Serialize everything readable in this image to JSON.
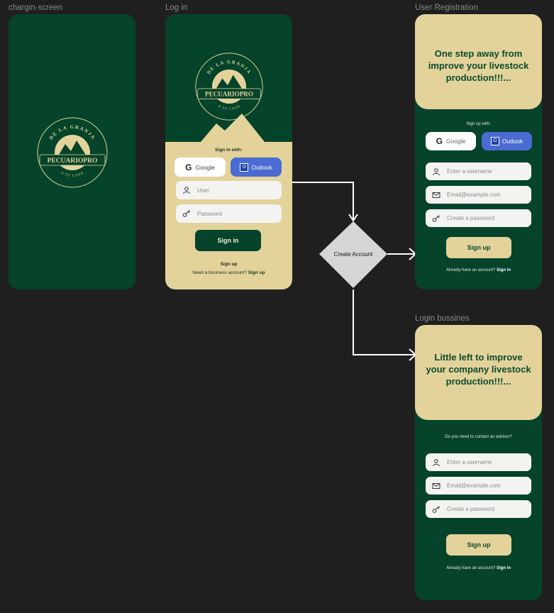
{
  "frames": {
    "loading": {
      "label": "chargin-screen"
    },
    "login": {
      "label": "Log in"
    },
    "registration": {
      "label": "User Registration"
    },
    "business": {
      "label": "Login bussines"
    }
  },
  "brand": {
    "top_text": "DE LA GRANJA",
    "name": "PECUARIOPRO",
    "bottom_text": "A TU CASA",
    "colors": {
      "green": "#05432a",
      "cream": "#e3d39b",
      "outlook_blue": "#4a6bd1"
    }
  },
  "login": {
    "sign_in_with": "Sign in with:",
    "google_label": "Google",
    "outlook_label": "Outlook",
    "user_placeholder": "User",
    "password_placeholder": "Password",
    "sign_in_button": "Sign in",
    "sign_up_link": "Sign up",
    "business_prompt": "Need a business account?",
    "business_link": "Sign up"
  },
  "flow": {
    "decision_label": "Create Account"
  },
  "registration": {
    "headline": "One step away from improve your livestock production!!!...",
    "sign_up_with": "Sign up with:",
    "google_label": "Google",
    "outlook_label": "Outlook",
    "username_placeholder": "Enter a username",
    "email_placeholder": "Email@example.com",
    "password_placeholder": "Create a password",
    "sign_up_button": "Sign up",
    "have_account": "Already have an account?",
    "sign_in_link": "Sign in"
  },
  "business": {
    "headline": "Little left to improve your company livestock production!!!...",
    "advisor_prompt": "Do you need to contact an advisor?",
    "username_placeholder": "Enter a username",
    "email_placeholder": "Email@example.com",
    "password_placeholder": "Create a password",
    "sign_up_button": "Sign up",
    "have_account": "Already have an account?",
    "sign_in_link": "Sign in"
  }
}
